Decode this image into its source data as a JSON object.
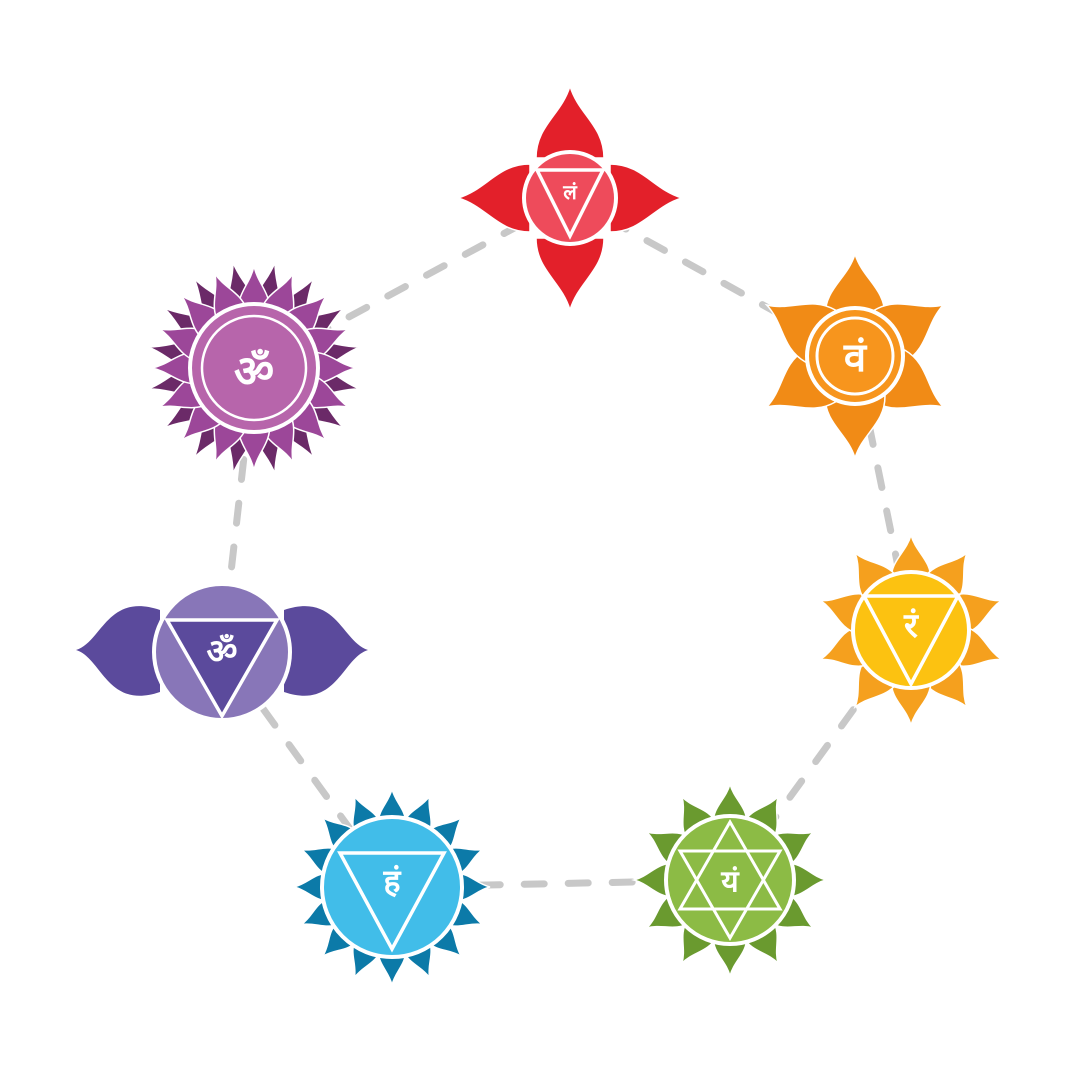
{
  "background": "#ffffff",
  "connector_color": "#c8c8c8",
  "chakras": [
    {
      "name": "root",
      "icon": "root-chakra-icon",
      "symbol": "लं",
      "petal": "#e3202a",
      "inner": "#ee4b5b"
    },
    {
      "name": "sacral",
      "icon": "sacral-chakra-icon",
      "symbol": "वं",
      "petal": "#f18b16",
      "inner": "#f7951d"
    },
    {
      "name": "solar-plexus",
      "icon": "solar-plexus-chakra-icon",
      "symbol": "रं",
      "petal": "#f5a01e",
      "inner": "#fcc211"
    },
    {
      "name": "heart",
      "icon": "heart-chakra-icon",
      "symbol": "यं",
      "petal": "#6a9a2f",
      "inner": "#8cbb45"
    },
    {
      "name": "throat",
      "icon": "throat-chakra-icon",
      "symbol": "हं",
      "petal": "#0c7aa8",
      "inner": "#41bde9"
    },
    {
      "name": "third-eye",
      "icon": "third-eye-chakra-icon",
      "symbol": "ॐ",
      "petal": "#5b4a9c",
      "inner": "#8876b8"
    },
    {
      "name": "crown",
      "icon": "crown-chakra-icon",
      "symbol": "ॐ",
      "petal": "#9c4799",
      "inner": "#b765ab",
      "outer": "#6b2a68"
    }
  ]
}
